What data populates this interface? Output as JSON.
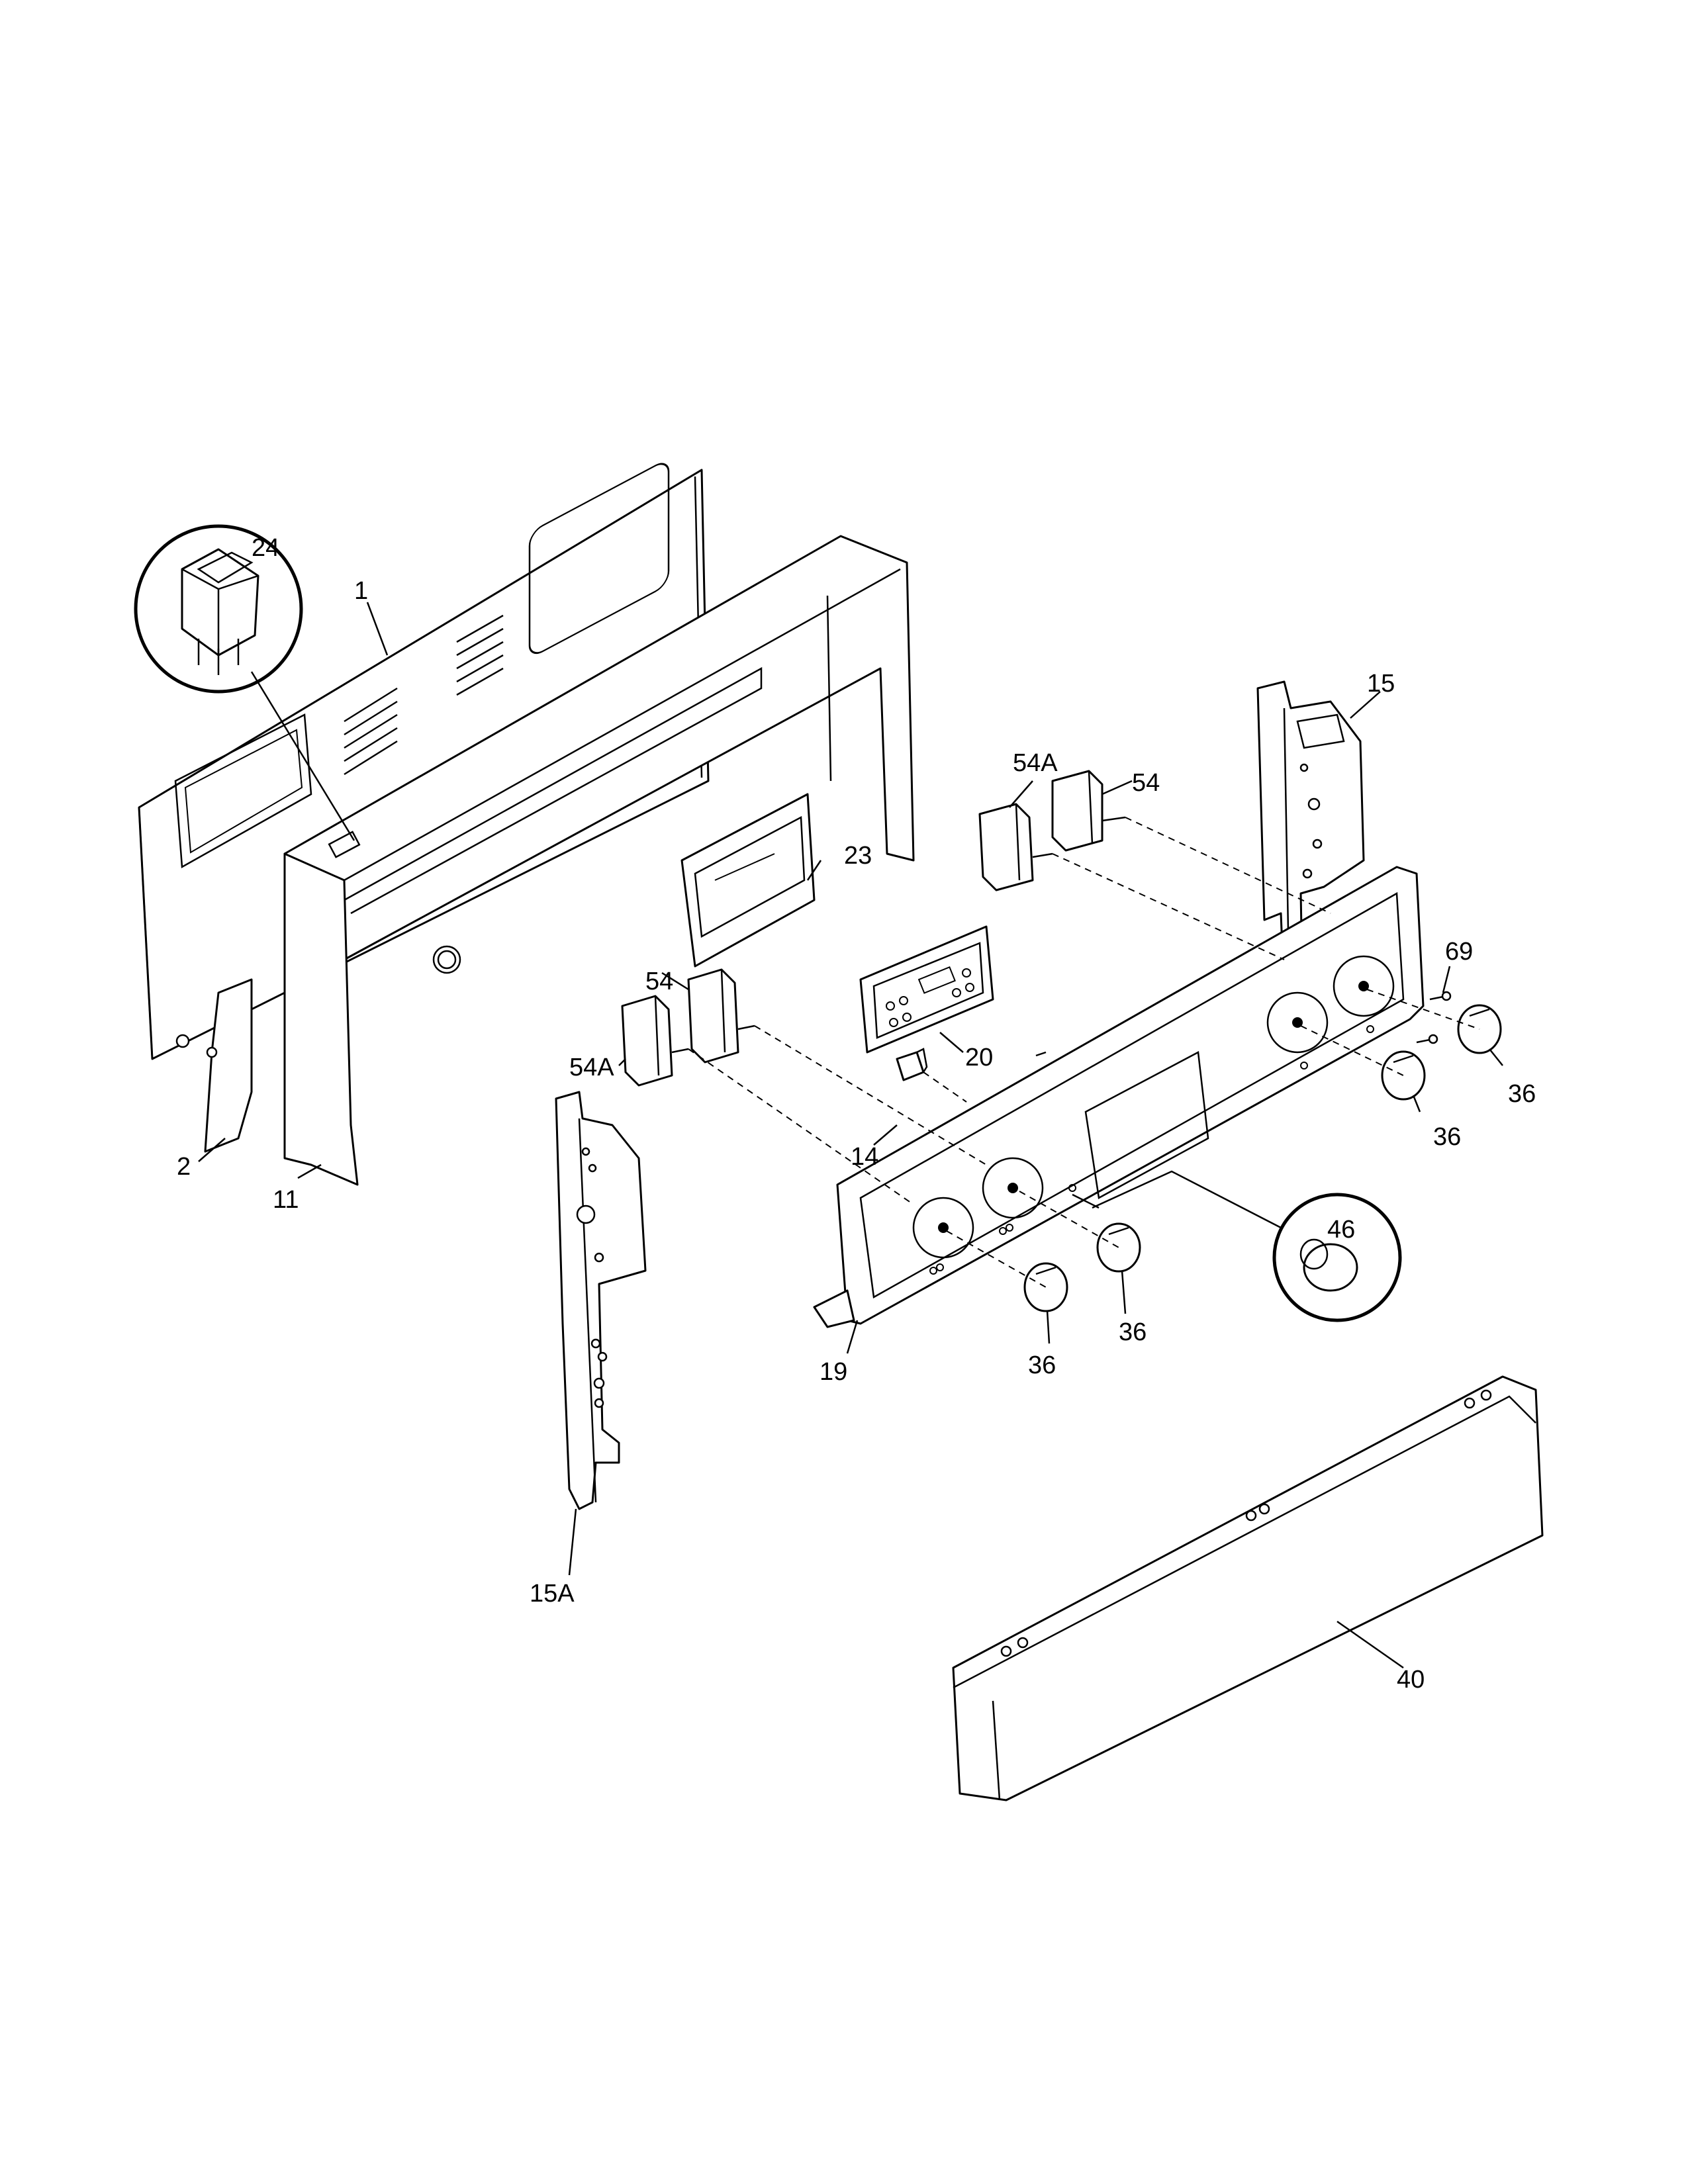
{
  "diagram": {
    "labels": {
      "p1": "1",
      "p2": "2",
      "p11": "11",
      "p14": "14",
      "p15": "15",
      "p15a": "15A",
      "p19": "19",
      "p20": "20",
      "p23": "23",
      "p24": "24",
      "p36_a": "36",
      "p36_b": "36",
      "p36_c": "36",
      "p36_d": "36",
      "p40": "40",
      "p46": "46",
      "p54_a": "54",
      "p54_b": "54",
      "p54a_a": "54A",
      "p54a_b": "54A",
      "p69": "69"
    }
  }
}
